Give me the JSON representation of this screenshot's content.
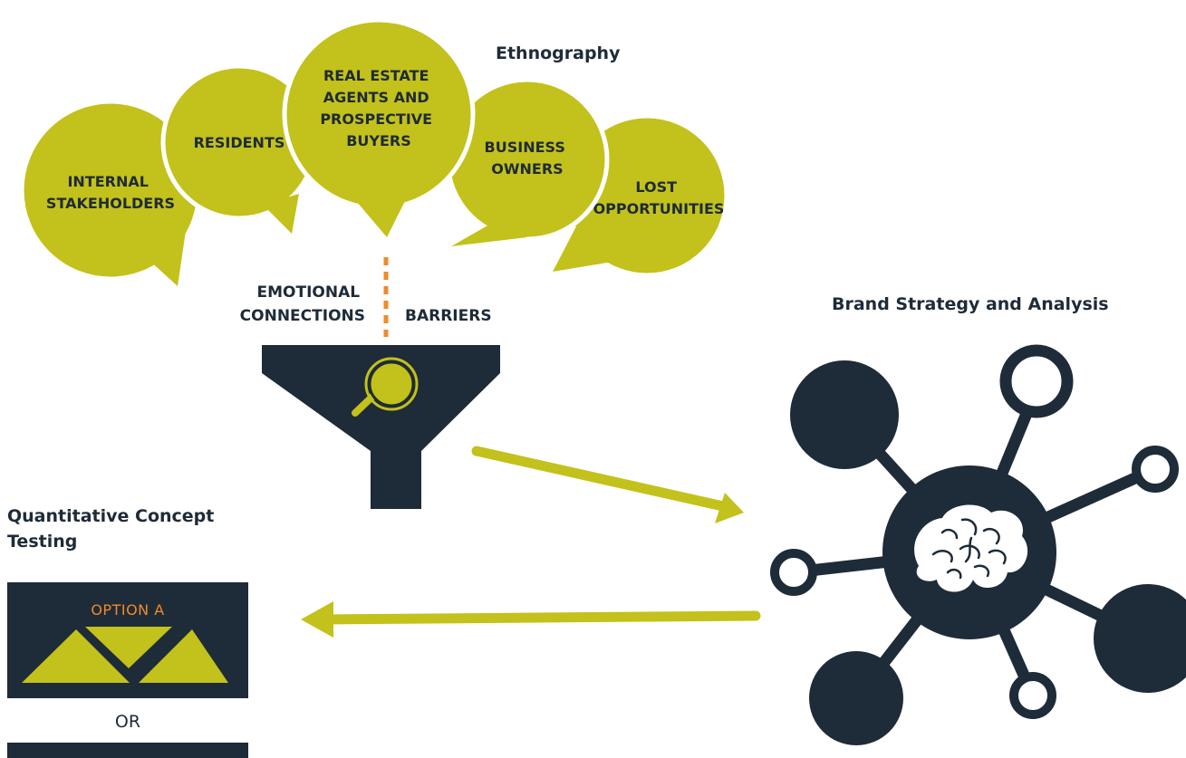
{
  "headings": {
    "ethnography": "Ethnography",
    "brand_strategy": "Brand Strategy and Analysis",
    "quant_testing": "Quantitative Concept Testing"
  },
  "bubbles": {
    "internal": [
      "INTERNAL",
      "STAKEHOLDERS"
    ],
    "residents": [
      "RESIDENTS"
    ],
    "agents": [
      "REAL ESTATE",
      "AGENTS AND",
      "PROSPECTIVE",
      "BUYERS"
    ],
    "business": [
      "BUSINESS",
      "OWNERS"
    ],
    "lost": [
      "LOST",
      "OPPORTUNITIES"
    ]
  },
  "insights": {
    "emotional": [
      "EMOTIONAL",
      "CONNECTIONS"
    ],
    "barriers": "BARRIERS"
  },
  "options": {
    "option_a": "OPTION A",
    "or": "OR"
  },
  "colors": {
    "accent_green": "#c3c11b",
    "navy": "#1e2b38",
    "orange": "#f08a2a",
    "white": "#ffffff"
  },
  "icons": [
    "speech-bubble-icon",
    "funnel-icon",
    "magnifier-icon",
    "network-icon",
    "brain-icon",
    "triangle-icon",
    "arrow-icon"
  ]
}
